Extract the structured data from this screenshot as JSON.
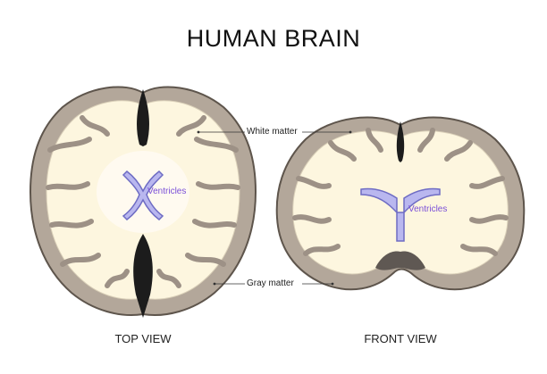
{
  "title": "HUMAN BRAIN",
  "views": {
    "top": {
      "label": "TOP VIEW"
    },
    "front": {
      "label": "FRONT VIEW"
    }
  },
  "labels": {
    "white_matter": "White matter",
    "gray_matter": "Gray matter",
    "ventricles_top": "Ventricles",
    "ventricles_front": "Ventricles"
  },
  "colors": {
    "gray_matter": "#b3a79a",
    "white_matter": "#fdf6df",
    "outline": "#5e554c",
    "ventricle_fill": "#b9b7ef",
    "ventricle_stroke": "#6e6cc4",
    "ventricle_label": "#7a4fd8",
    "fissure": "#1c1c1c"
  }
}
